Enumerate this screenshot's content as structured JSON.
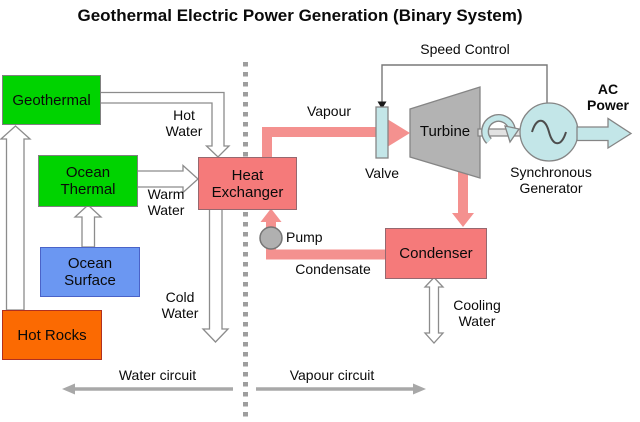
{
  "title": "Geothermal Electric Power Generation (Binary System)",
  "boxes": {
    "geothermal": "Geothermal",
    "ocean_thermal": "Ocean Thermal",
    "ocean_surface": "Ocean Surface",
    "hot_rocks": "Hot Rocks",
    "heat_exchanger": "Heat Exchanger",
    "condenser": "Condenser"
  },
  "components": {
    "valve": "Valve",
    "turbine": "Turbine",
    "pump": "Pump",
    "synchronous_generator": "Synchronous Generator"
  },
  "flow_labels": {
    "hot_water": "Hot Water",
    "warm_water": "Warm Water",
    "cold_water": "Cold Water",
    "vapour": "Vapour",
    "condensate": "Condensate",
    "cooling_water": "Cooling Water",
    "speed_control": "Speed Control",
    "ac_power": "AC Power"
  },
  "zones": {
    "water_circuit": "Water circuit",
    "vapour_circuit": "Vapour circuit"
  },
  "colors": {
    "green": "#00d300",
    "blue": "#6b97f2",
    "orange": "#fb6a02",
    "pink_box": "#f57a7a",
    "pink_pipe": "#f4918f",
    "cyan": "#c3e6e8",
    "component_gray": "#b3b3b3",
    "line_gray": "#8c8c8c"
  }
}
